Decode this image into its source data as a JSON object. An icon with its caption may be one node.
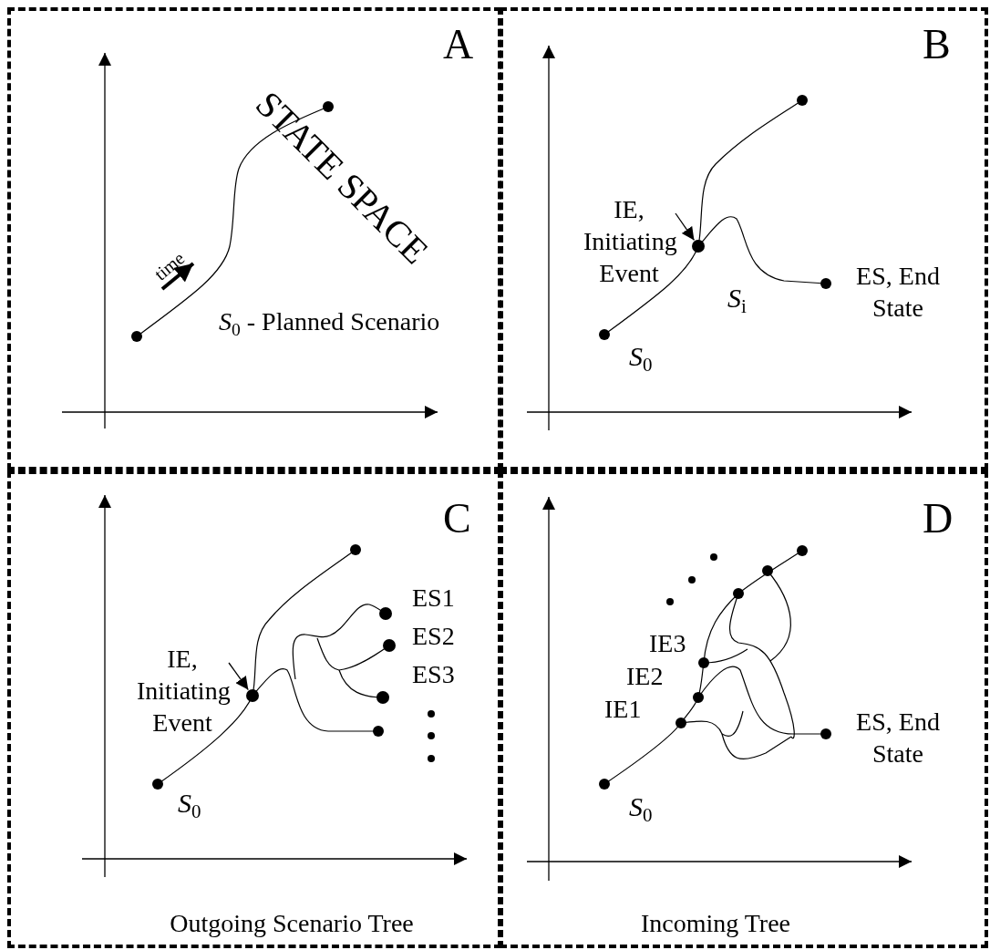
{
  "diagram": {
    "nodes": [
      {
        "text": [
          "A"
        ]
      },
      {
        "text": [
          "B"
        ]
      },
      {
        "text": [
          "IE, Initiating Event"
        ],
        "in": 1
      },
      {
        "text": [],
        "shape": "circle",
        "in": 1
      },
      {
        "text": [
          "C",
          "Outgoing Scenario Tree"
        ]
      },
      {
        "text": [
          "IE, Initiating Event"
        ],
        "in": 4
      },
      {
        "text": [],
        "shape": "circle",
        "in": 4
      },
      {
        "text": [
          "D",
          "Incoming Tree"
        ]
      }
    ],
    "edges": [
      {
        "from": 2,
        "to": 3,
        "arrow": "to"
      },
      {
        "from": 5,
        "to": 6,
        "arrow": "to"
      }
    ],
    "labels": [
      "STATE SPACE",
      "time",
      "*S*$_{0}$ - Planned Scenario",
      "*S*$_{i}$",
      "ES, End State",
      "*S*$_{0}$",
      "ES1",
      "ES2",
      "ES3",
      "*S*$_{0}$",
      "IE3",
      "IE2",
      "IE1",
      "ES, End State",
      "*S*$_{0}$"
    ]
  }
}
